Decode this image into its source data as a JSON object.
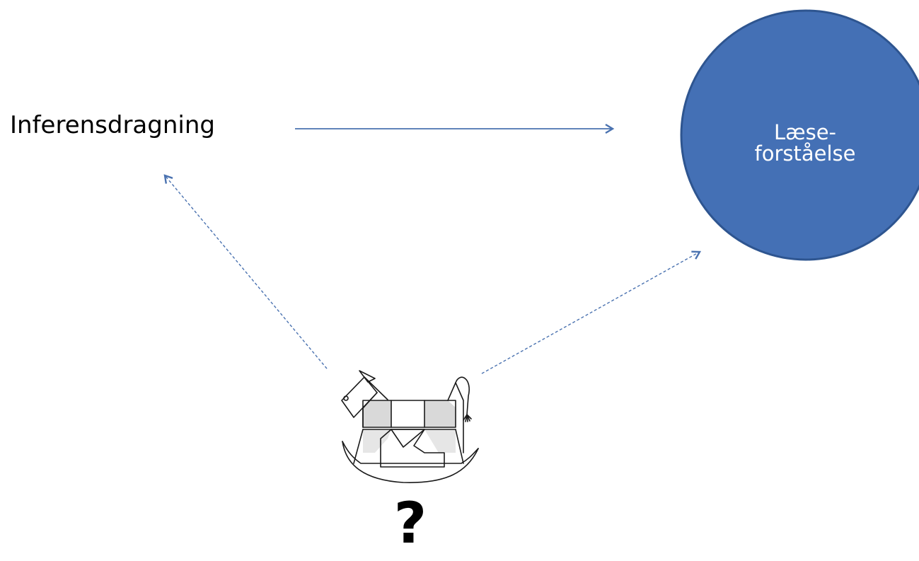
{
  "nodes": {
    "inference": {
      "label": "Inferensdragning"
    },
    "reading": {
      "label_line1": "Læse-",
      "label_line2": "forståelse",
      "fill_color": "#4470b5",
      "stroke_color": "#2e5590"
    },
    "mystery": {
      "label": "?",
      "image": "rocking-horse-drawing"
    }
  },
  "edges": [
    {
      "from": "inference",
      "to": "reading",
      "style": "solid"
    },
    {
      "from": "mystery",
      "to": "inference",
      "style": "dashed"
    },
    {
      "from": "mystery",
      "to": "reading",
      "style": "dashed"
    }
  ],
  "colors": {
    "arrow": "#4a72b0"
  }
}
